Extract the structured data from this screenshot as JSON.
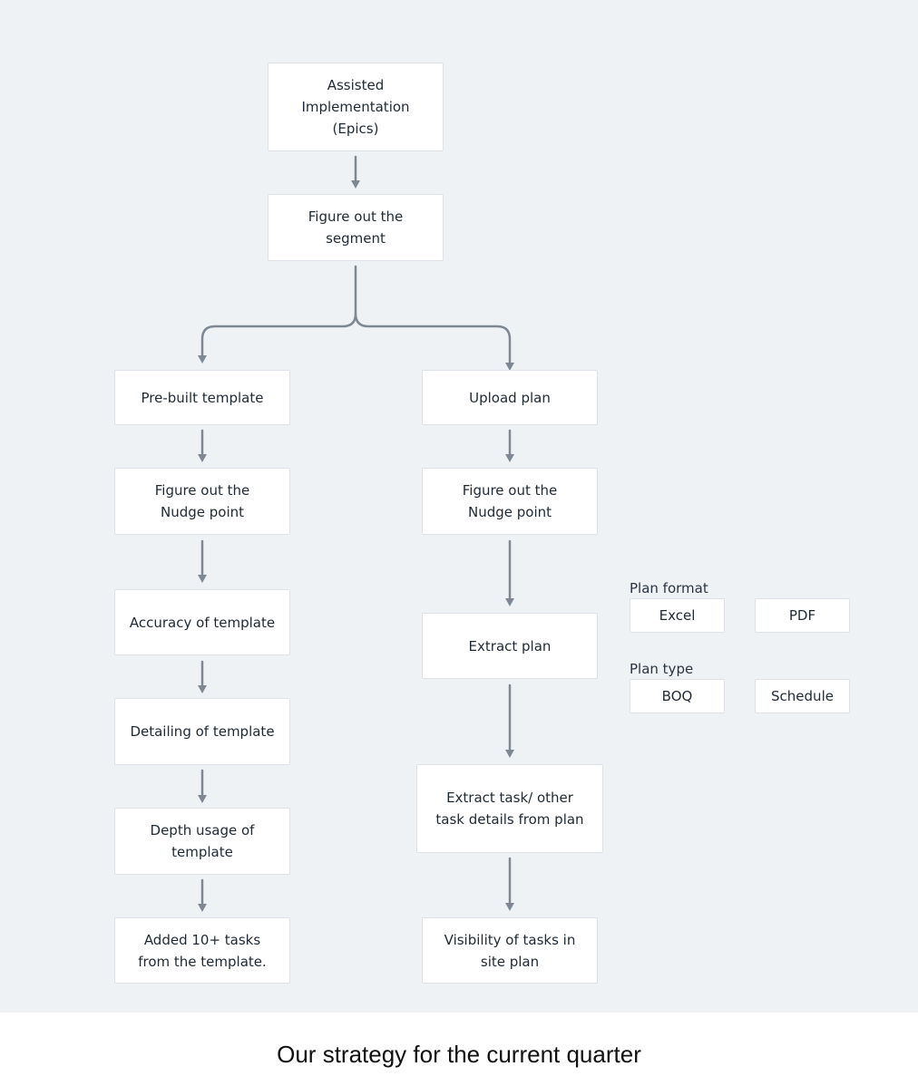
{
  "colors": {
    "canvas_bg": "#eff2f5",
    "node_bg": "#ffffff",
    "connector": "#7d8893",
    "text": "#1f2a36"
  },
  "nodes": {
    "root": "Assisted Implementation (Epics)",
    "segment": "Figure out the segment",
    "left_branch": {
      "start": "Pre-built template",
      "nudge": "Figure out the Nudge point",
      "accuracy": "Accuracy of template",
      "detailing": "Detailing of template",
      "depth": "Depth usage of template",
      "added": "Added 10+ tasks from the template."
    },
    "right_branch": {
      "start": "Upload plan",
      "nudge": "Figure out the Nudge point",
      "extract": "Extract plan",
      "extract_tasks": "Extract task/ other task details from plan",
      "visibility": "Visibility of tasks in site plan"
    }
  },
  "plan_format": {
    "label": "Plan format",
    "options": [
      "Excel",
      "PDF"
    ]
  },
  "plan_type": {
    "label": "Plan type",
    "options": [
      "BOQ",
      "Schedule"
    ]
  },
  "caption": "Our strategy for the current quarter"
}
